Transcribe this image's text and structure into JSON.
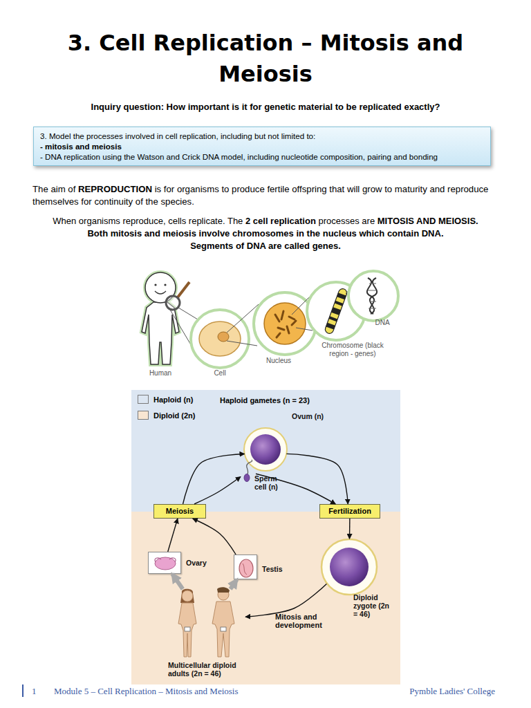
{
  "diagram": {
    "title": "3. Cell Replication – Mitosis and Meiosis",
    "nodes": [
      {
        "text": [
          "3. Model the processes involved in cell replication, including but not limited to:",
          "- mitosis and meiosis",
          "- DNA replication using the Watson and Crick DNA model, including nucleotide composition, pairing and bonding"
        ]
      },
      {
        "text": [
          "Ovum (n)"
        ]
      },
      {
        "text": [
          "Sperm cell (n)"
        ]
      },
      {
        "text": [
          "Meiosis"
        ]
      },
      {
        "text": [
          "Fertilization"
        ]
      },
      {
        "text": [
          "Ovary"
        ]
      },
      {
        "text": [
          "Testis"
        ]
      },
      {
        "text": [
          "Diploid zygote (2n = 46)"
        ]
      },
      {
        "text": [
          "Multicellular diploid adults (2n = 46)"
        ]
      }
    ],
    "edges": [
      {
        "from": 3,
        "to": 1,
        "arrow": "to"
      },
      {
        "from": 3,
        "to": 2,
        "arrow": "to"
      },
      {
        "from": 1,
        "to": 4,
        "arrow": "to"
      },
      {
        "from": 2,
        "to": 4,
        "arrow": "to"
      },
      {
        "from": 4,
        "to": 7,
        "arrow": "to"
      },
      {
        "from": 7,
        "to": 8,
        "label": "Mitosis and development",
        "arrow": "to"
      },
      {
        "from": 5,
        "to": 3,
        "arrow": "to"
      },
      {
        "from": 6,
        "to": 3,
        "arrow": "to"
      },
      {
        "from": 8,
        "to": 5,
        "arrow": "to"
      },
      {
        "from": 8,
        "to": 6,
        "arrow": "to"
      }
    ],
    "labels": [
      "Inquiry question: How important is it for genetic material to be replicated exactly?",
      "The aim of",
      "REPRODUCTION",
      "is for organisms to produce fertile offspring that will grow to maturity and reproduce themselves for continuity of the species.",
      "When organisms reproduce, cells replicate. The",
      "2 cell replication",
      "processes are",
      "MITOSIS AND MEIOSIS.",
      "Both mitosis and meiosis involve chromosomes in the nucleus which contain DNA.",
      "Segments of DNA are called genes.",
      "Human",
      "Cell",
      "Nucleus",
      "Chromosome (black region - genes)",
      "DNA",
      "Haploid gametes (n = 23)",
      "1",
      "Module 5 – Cell Replication – Mitosis and Meiosis",
      "Pymble Ladies' College"
    ],
    "legend": [
      {
        "text": "Haploid (n)",
        "color": "#dce6f2"
      },
      {
        "text": "Diploid (2n)",
        "color": "#f8e6d2"
      }
    ]
  }
}
